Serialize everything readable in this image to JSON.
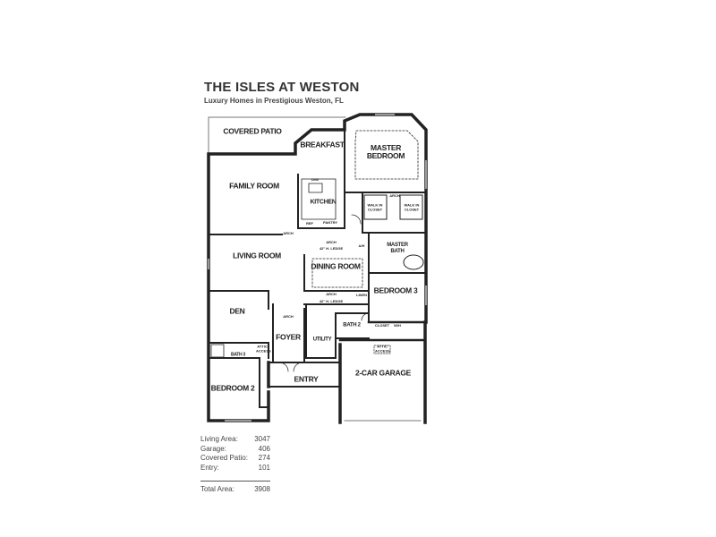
{
  "header": {
    "title": "THE ISLES AT WESTON",
    "subtitle": "Luxury Homes in Prestigious Weston, FL"
  },
  "rooms": {
    "covered_patio": "COVERED PATIO",
    "breakfast": "BREAKFAST",
    "master_bedroom": "MASTER BEDROOM",
    "family_room": "FAMILY ROOM",
    "kitchen": "KITCHEN",
    "living_room": "LIVING ROOM",
    "dining_room": "DINING ROOM",
    "master_bath": "MASTER BATH",
    "bedroom_3": "BEDROOM 3",
    "den": "DEN",
    "foyer": "FOYER",
    "utility": "UTILITY",
    "bath_2": "BATH 2",
    "bath_3": "BATH 3",
    "two_car_garage": "2-CAR GARAGE",
    "bedroom_2": "BEDROOM 2",
    "entry": "ENTRY"
  },
  "small_labels": {
    "walk_in_closet": "WALK IN CLOSET",
    "arch": "ARCH",
    "ledge": "42\" H. LEDGE",
    "pantry": "PANTRY",
    "refrigerator": "REF",
    "dishwasher": "D/W",
    "ah": "A/H",
    "closet": "CLOSET",
    "linen": "LINEN",
    "attic_access": "ATTIC ACCESS",
    "whd": "W/H"
  },
  "areas": [
    {
      "label": "Living Area:",
      "value": "3047"
    },
    {
      "label": "Garage:",
      "value": "406"
    },
    {
      "label": "Covered Patio:",
      "value": "274"
    },
    {
      "label": "Entry:",
      "value": "101"
    }
  ],
  "total": {
    "label": "Total Area:",
    "value": "3908"
  }
}
